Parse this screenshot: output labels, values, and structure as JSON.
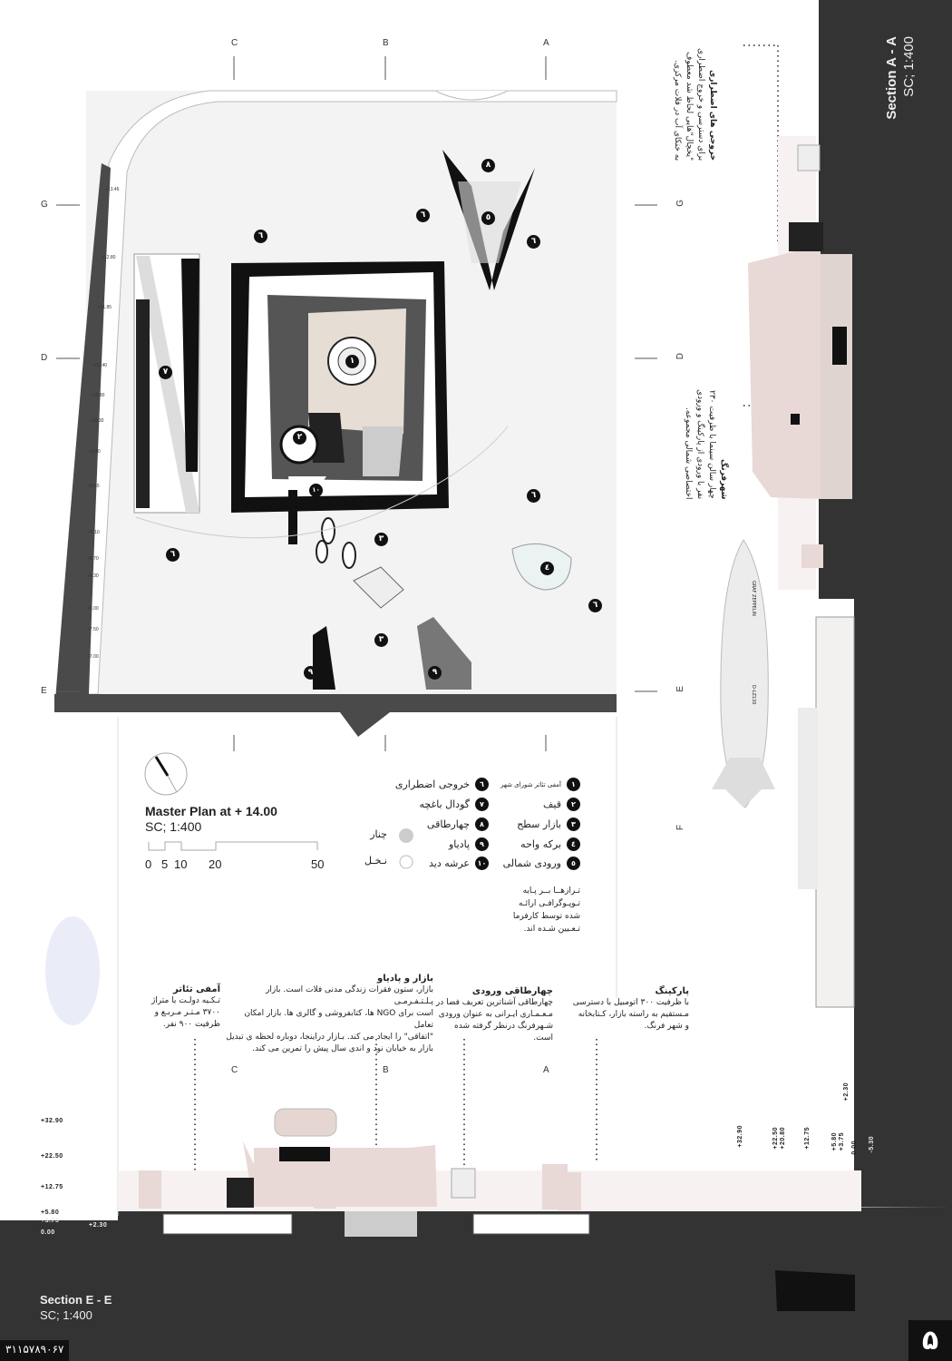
{
  "colors": {
    "dark": "#333333",
    "black": "#111111",
    "pink": "#e8d9d6",
    "plan_gray": "#eeeeee",
    "purple": "#8a5ab0"
  },
  "grid": {
    "top": [
      "C",
      "B",
      "A"
    ],
    "left": [
      "G",
      "D",
      "E"
    ],
    "right": [
      "G",
      "D",
      "E",
      "F"
    ],
    "section": [
      "C",
      "B",
      "A"
    ]
  },
  "plan_elevations": [
    "+13.46",
    "+12.80",
    "+11.85",
    "+11.40",
    "+10.80",
    "+10.30",
    "+9.90",
    "+9.55",
    "+9.10",
    "+8.70",
    "+8.30",
    "+8.00",
    "+7.50",
    "+7.00"
  ],
  "plan_markers": {
    "m1": "١",
    "m2": "٢",
    "m3": "٣",
    "m4": "٤",
    "m5": "٥",
    "m6": "٦",
    "m7": "٧",
    "m8": "٨",
    "m9": "٩",
    "m10": "١٠"
  },
  "master_plan": {
    "title": "Master Plan at + 14.00",
    "scale": "SC; 1:400",
    "scale_ticks": [
      "0",
      "5",
      "10",
      "20",
      "50"
    ]
  },
  "legend": {
    "items": [
      {
        "num": "١",
        "label": "آمفی تئاتر شورای شهر"
      },
      {
        "num": "٢",
        "label": "قیف"
      },
      {
        "num": "٣",
        "label": "بازار سطح"
      },
      {
        "num": "٤",
        "label": "برکه واحه"
      },
      {
        "num": "٥",
        "label": "ورودی شمالی"
      },
      {
        "num": "٦",
        "label": "خروجی اضطراری"
      },
      {
        "num": "٧",
        "label": "گودال باغچه"
      },
      {
        "num": "٨",
        "label": "چهارطاقی"
      },
      {
        "num": "٩",
        "label": "پادیاو"
      },
      {
        "num": "١٠",
        "label": "عرشه دید"
      }
    ],
    "trees": [
      {
        "label": "چنار"
      },
      {
        "label": "نـخـل"
      }
    ],
    "note": [
      "تـرازهــا بــر پـایه",
      "تـوپـوگرافـی ارائـه",
      "شده توسط کارفرما",
      "تـعـیین شـده اند."
    ]
  },
  "notes": {
    "amphi": {
      "title": "آمفی تئاتر",
      "lines": [
        "تـکـیه دولـت با متراژ",
        "۳۷۰۰ مـتـر مـربـع و",
        "ظرفیت ۹۰۰ نفر."
      ]
    },
    "bazaar": {
      "title": "بازار و پادیاو",
      "lines": [
        "بازار، ستون فقرات زندگی مدنی فلات است. بازار پـلـتـفـرمـی",
        "است برای NGO ها، کتابفروشی و گالری ها. بازار امکان تعامل",
        "\"اتفاقی\" را ایجاد می کند. بـازار دراینجا، دوباره لحظه ی تبدیل",
        "بازار به خیابان نود و اندی سال پیش را تمرین می کند."
      ]
    },
    "chartaqi": {
      "title": "چهارطاقی ورودی",
      "lines": [
        "چهارطاقی آشناترین تعریف فضا در",
        "مـعـمـاری ایـرانی به عنوان ورودی",
        "شـهرفرنگ درنظر گرفته شده است."
      ]
    },
    "parking": {
      "title": "پارکینگ",
      "lines": [
        "با ظرفیت ۳۰۰ اتومبیل با دسترسی",
        "مـستقیم به راسته بازار، کـتابخانه",
        "و شهر فرنگ."
      ]
    },
    "emergency": {
      "title": "خروجی های اضطراری",
      "lines": [
        "برای دسترسی و خروج اضطراری",
        "\"یخچال\"هایی لحاظ شد معطوف",
        "به خنکای آب در فلات مرکزی."
      ]
    },
    "shahrfarang": {
      "title": "شهرفرنگ",
      "lines": [
        "چهار سالن سینما با ظرفیت ۲۳۰",
        "نفر با ورودی از پارکینگ و ورودی",
        "اختصاصی شمالی مجموعه."
      ]
    }
  },
  "section_aa": {
    "title": "Section A  -  A",
    "scale": "SC; 1:400",
    "levels": [
      "+32.90",
      "+22.50",
      "+20.80",
      "+12.75",
      "+5.80",
      "+3.75",
      "0.00",
      "+2.30",
      "-5.30"
    ]
  },
  "section_ee": {
    "title": "Section E  -  E",
    "scale": "SC; 1:400",
    "levels": [
      "+32.90",
      "+22.50",
      "+12.75",
      "+5.80",
      "+3.75",
      "0.00",
      "+2.30"
    ]
  },
  "zeppelin": {
    "name": "GRAF ZEPPELIN",
    "code": "D-LZ130"
  },
  "footer": {
    "id_number": "۳۱۱۵۷۸۹۰۶۷",
    "page_number": "۵"
  }
}
